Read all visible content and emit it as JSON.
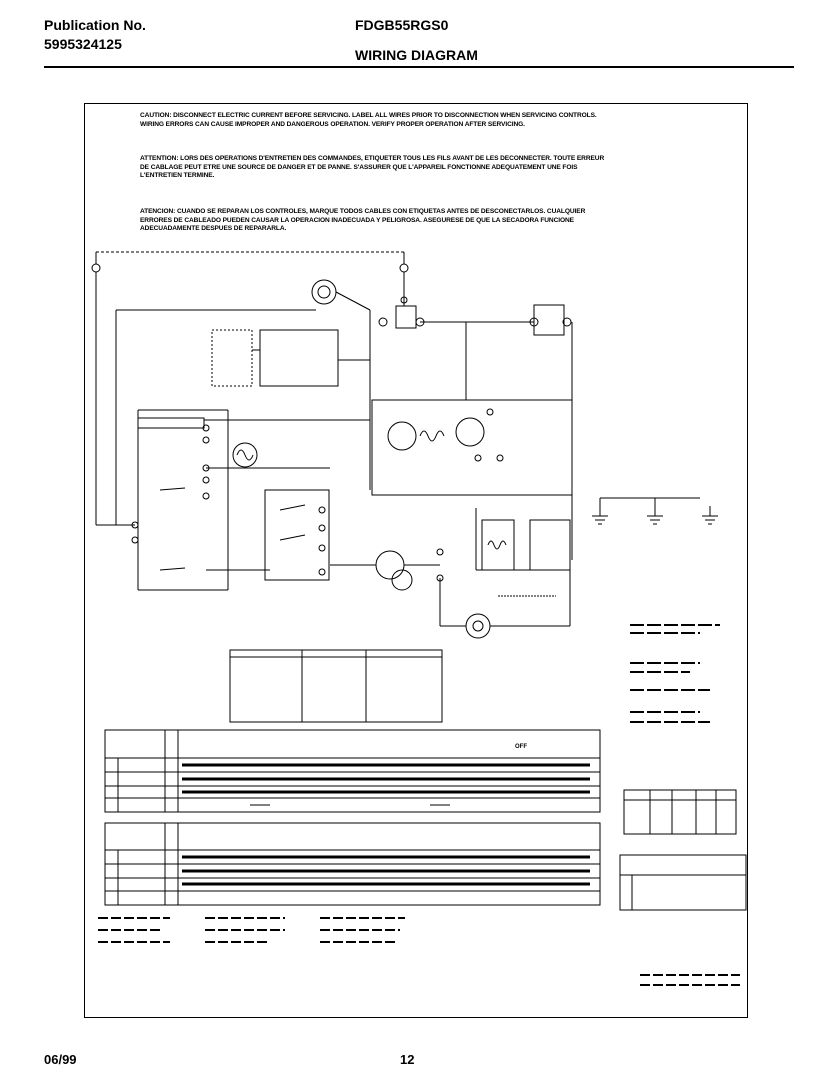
{
  "header": {
    "publication_label": "Publication No.",
    "publication_number": "5995324125",
    "model": "FDGB55RGS0",
    "title": "WIRING DIAGRAM"
  },
  "cautions": {
    "english": "CAUTION: DISCONNECT ELECTRIC CURRENT BEFORE SERVICING. LABEL ALL WIRES PRIOR TO DISCONNECTION WHEN SERVICING CONTROLS. WIRING ERRORS CAN CAUSE IMPROPER AND DANGEROUS OPERATION. VERIFY PROPER OPERATION AFTER SERVICING.",
    "french": "ATTENTION: LORS DES OPERATIONS D'ENTRETIEN DES COMMANDES, ETIQUETER TOUS LES FILS AVANT DE LES DECONNECTER. TOUTE ERREUR DE CABLAGE PEUT ETRE UNE SOURCE DE DANGER ET DE PANNE. S'ASSURER QUE L'APPAREIL FONCTIONNE ADEQUATEMENT UNE FOIS L'ENTRETIEN TERMINE.",
    "spanish": "ATENCION: CUANDO SE REPARAN LOS CONTROLES, MARQUE TODOS CABLES CON ETIQUETAS ANTES DE DESCONECTARLOS. CUALQUIER ERRORES DE CABLEADO PUEDEN CAUSAR LA OPERACION INADECUADA Y PELIGROSA. ASEGURESE DE QUE LA SECADORA FUNCIONE ADECUADAMENTE DESPUES DE REPARARLA."
  },
  "table_labels": {
    "off": "OFF"
  },
  "footer": {
    "date": "06/99",
    "page": "12"
  }
}
